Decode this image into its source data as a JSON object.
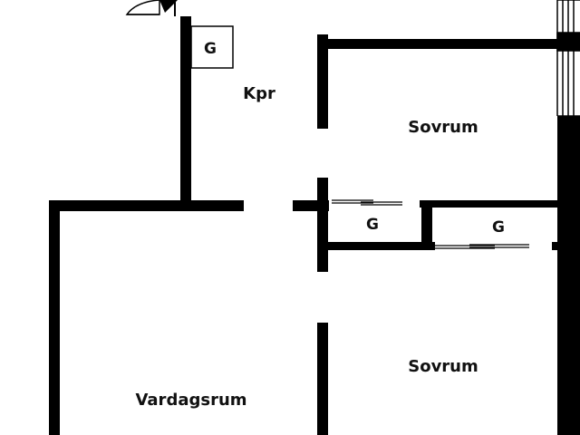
{
  "rooms": {
    "kpr": "Kpr",
    "sovrum_top": "Sovrum",
    "sovrum_bottom": "Sovrum",
    "vardagsrum": "Vardagsrum"
  },
  "closets": {
    "top_left": "G",
    "middle_left": "G",
    "middle_right": "G"
  },
  "colors": {
    "wall": "#000000",
    "background": "#ffffff"
  }
}
